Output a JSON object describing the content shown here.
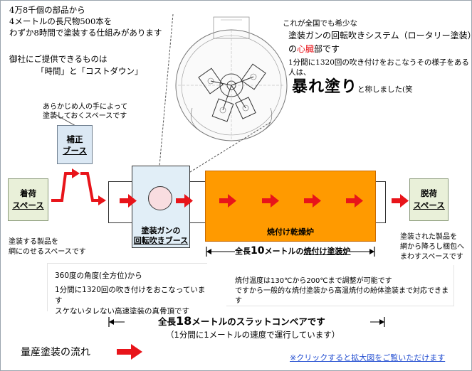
{
  "intro": {
    "line1": "4万8千個の部品から",
    "line2": "4メートルの長尺物500本を",
    "line3": "わずか8時間で塗装する仕組みがあります",
    "line4": "御社にご提供できるものは",
    "line5": "「時間」と「コストダウン」"
  },
  "rotary": {
    "line1": "これが全国でも希少な",
    "line2": "塗装ガンの回転吹きシステム（ロータリー塗装）",
    "line3_prefix": "の",
    "line3_heart": "心臓",
    "line3_suffix": "部です",
    "line4": "1分間に1320回の吹き付けをおこなうその様子をある人は、",
    "big_text": "暴れ塗り",
    "big_suffix": "と称しました(笑"
  },
  "hosei": {
    "note1": "あらかじめ人の手によって",
    "note2": "塗装しておくスペースです",
    "label1": "補正",
    "label2": "ブース"
  },
  "chakuni": {
    "label1": "着荷",
    "label2": "スペース",
    "note1": "塗装する製品を",
    "note2": "網にのせるスペースです"
  },
  "gun": {
    "label1": "塗装ガンの",
    "label2": "回転吹きブース",
    "desc1": "360度の角度(全方位)から",
    "desc2": "1分間に1320回の吹き付けをおこなっています",
    "desc3": "スケないタレない高速塗装の真骨頂です"
  },
  "oven": {
    "label": "焼付け乾燥炉",
    "length_prefix": "全長",
    "length_num": "10",
    "length_suffix": "メートルの",
    "length_tail": "焼付け塗装炉",
    "desc1": "焼付温度は130℃から200℃まで調整が可能です",
    "desc2": "ですから一般的な焼付塗装から高温焼付の紛体塗装まで対応できます"
  },
  "dakuni": {
    "label1": "脱荷",
    "label2": "スペース",
    "note1": "塗装された製品を",
    "note2": "網から降ろし梱包へ",
    "note3": "まわすスペースです"
  },
  "conveyor": {
    "prefix": "全長",
    "num": "18",
    "suffix": "メートルのスラットコンベアです",
    "speed": "（1分間に1メートルの速度で運行しています）"
  },
  "legend": {
    "label": "量産塗装の流れ"
  },
  "footer": {
    "link": "※クリックすると拡大図をご覧いただけます"
  },
  "colors": {
    "flow_red": "#e8141a",
    "oven_orange": "#ff9a00",
    "box_green": "#e9f0d9",
    "box_blue": "#dbe8f4",
    "gun_blue": "#e1eef7",
    "heart_red": "#e8141a",
    "link_blue": "#1f4bd0"
  }
}
